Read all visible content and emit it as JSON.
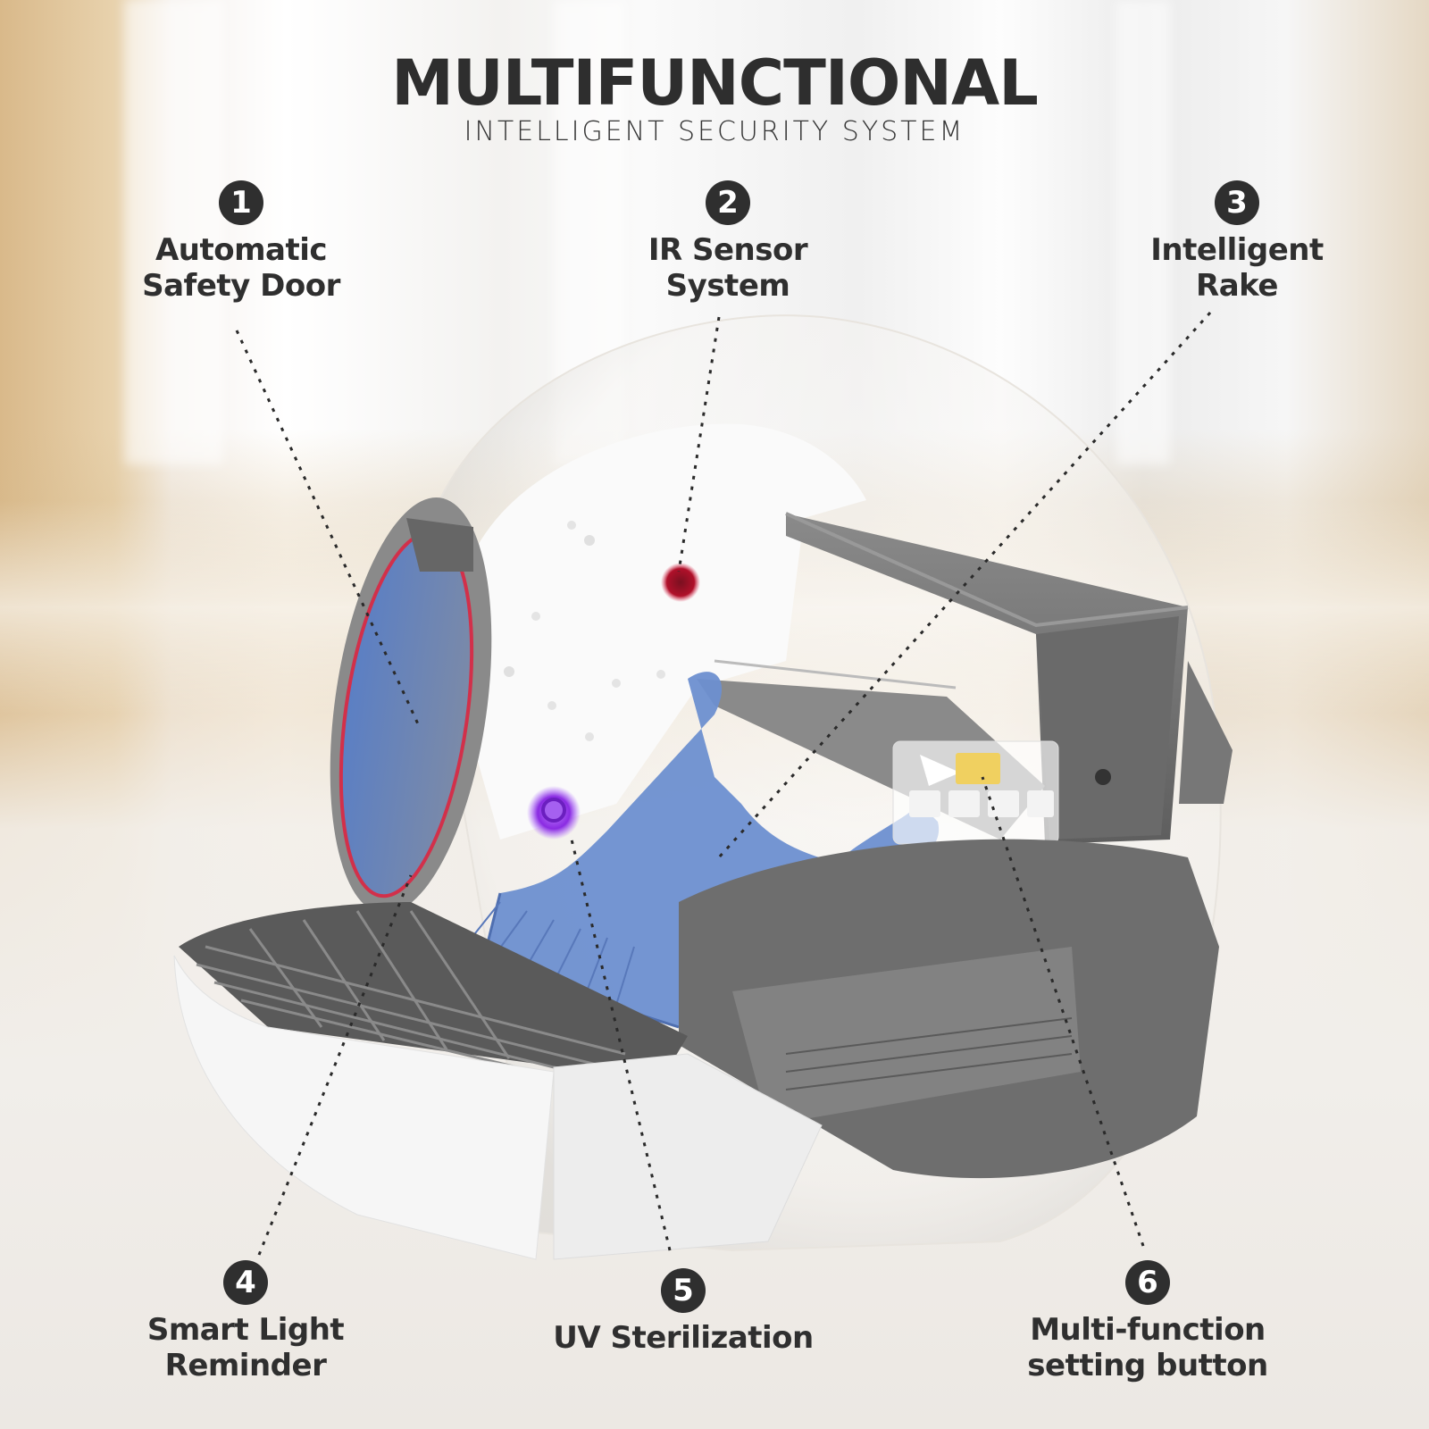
{
  "header": {
    "title": "MULTIFUNCTIONAL",
    "subtitle": "INTELLIGENT SECURITY SYSTEM"
  },
  "callouts": [
    {
      "number": "1",
      "label": "Automatic\nSafety Door"
    },
    {
      "number": "2",
      "label": "IR Sensor\nSystem"
    },
    {
      "number": "3",
      "label": "Intelligent\nRake"
    },
    {
      "number": "4",
      "label": "Smart Light\nReminder"
    },
    {
      "number": "5",
      "label": "UV Sterilization"
    },
    {
      "number": "6",
      "label": "Multi-function\nsetting button"
    }
  ],
  "colors": {
    "text": "#2f2f2f",
    "ir_sensor": "#b0102a",
    "uv_light": "#8a2be2",
    "rake_blue": "#6d8fd0",
    "door_seal": "#d2304a",
    "indicator_yellow": "#f0d060",
    "housing_gray": "#707070"
  }
}
